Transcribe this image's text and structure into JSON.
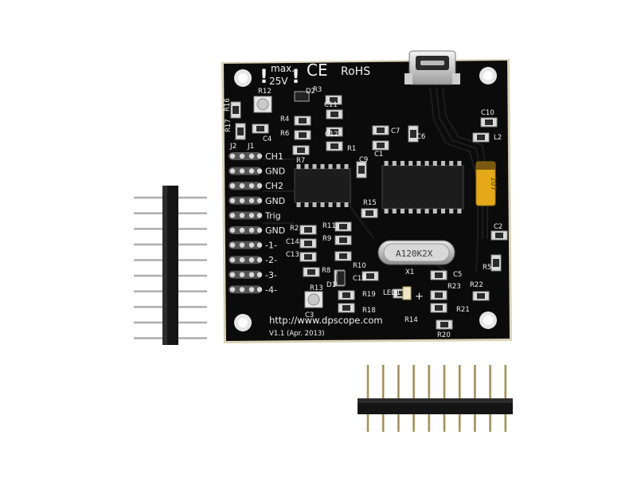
{
  "scene": {
    "description_free": true,
    "background_color": "#ffffff",
    "board_color": "#0b0b0b",
    "silk_color": "#f2f2f2",
    "pad_color": "#c9c9c9"
  },
  "board": {
    "warning": {
      "max_label": "max.",
      "voltage": "25V",
      "bang": "!"
    },
    "ce_mark": "CE",
    "rohs_mark": "RoHS",
    "url": "http://www.dpscope.com",
    "version": "V1.1 (Apr. 2013)",
    "header_labels": {
      "j2": "J2",
      "j1": "J1"
    },
    "channel_labels": [
      "CH1",
      "GND",
      "CH2",
      "GND",
      "Trig",
      "GND",
      "-1-",
      "-2-",
      "-3-",
      "-4-"
    ],
    "crystal_marking": "A120K2X",
    "tantalum_marking": "107",
    "refs": {
      "r3": "R3",
      "r4": "R4",
      "r6": "R6",
      "r7": "R7",
      "r12": "R12",
      "r16": "R16",
      "r17": "R17",
      "d2": "D2",
      "c4": "C4",
      "c11": "C11",
      "c12": "C12",
      "r1": "R1",
      "c7": "C7",
      "c1": "C1",
      "c6": "C6",
      "c9": "C9",
      "c10": "C10",
      "l2": "L2",
      "c2": "C2",
      "r5": "R5",
      "r15": "R15",
      "r2": "R2",
      "r11": "R11",
      "r9": "R9",
      "c14": "C14",
      "c13": "C13",
      "r8": "R8",
      "r10": "R10",
      "c15": "C15",
      "d1": "D1",
      "r13": "R13",
      "c3": "C3",
      "r19": "R19",
      "r18": "R18",
      "x1": "X1",
      "led1": "LED1",
      "r14": "R14",
      "c5": "C5",
      "r23": "R23",
      "r22": "R22",
      "r21": "R21",
      "r20": "R20",
      "plus": "+"
    }
  },
  "pin_headers": {
    "vertical_pin_count": 10,
    "horizontal_pin_count": 10
  }
}
